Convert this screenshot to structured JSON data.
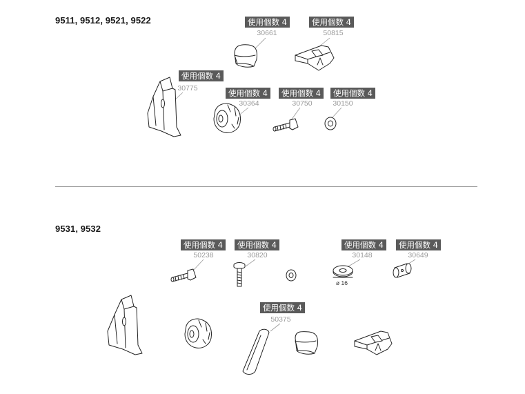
{
  "sections": [
    {
      "title": "9511, 9512, 9521, 9522",
      "parts": [
        {
          "qty_label": "使用個数 4",
          "part_no": "30661"
        },
        {
          "qty_label": "使用個数 4",
          "part_no": "50815"
        },
        {
          "qty_label": "使用個数 4",
          "part_no": "30775"
        },
        {
          "qty_label": "使用個数 4",
          "part_no": "30364"
        },
        {
          "qty_label": "使用個数 4",
          "part_no": "30750"
        },
        {
          "qty_label": "使用個数 4",
          "part_no": "30150"
        }
      ]
    },
    {
      "title": "9531, 9532",
      "parts": [
        {
          "qty_label": "使用個数 4",
          "part_no": "50238"
        },
        {
          "qty_label": "使用個数 4",
          "part_no": "30820"
        },
        {
          "qty_label": "使用個数 4",
          "part_no": "30148"
        },
        {
          "qty_label": "使用個数 4",
          "part_no": "30649"
        },
        {
          "qty_label": "使用個数 4",
          "part_no": "50375"
        }
      ],
      "washer_diameter_label": "ø 16"
    }
  ]
}
